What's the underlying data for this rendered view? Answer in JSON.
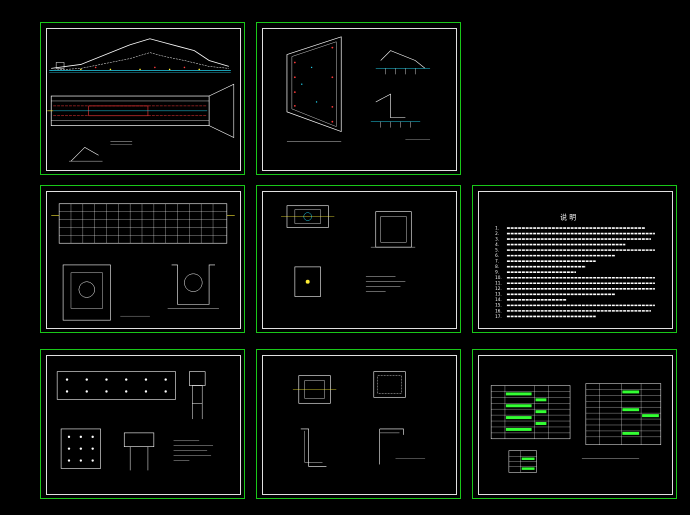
{
  "drawing_set": {
    "sheets": [
      {
        "id": "s1",
        "description": "site plan and embankment section"
      },
      {
        "id": "s2",
        "description": "inlet wing wall detail"
      },
      {
        "id": "s3",
        "description": "steel grating and pit detail"
      },
      {
        "id": "s4",
        "description": "inspection well detail"
      },
      {
        "id": "s5",
        "title": "说 明",
        "notes": [
          "1.",
          "2.",
          "3.",
          "4.",
          "5.",
          "6.",
          "7.",
          "8.",
          "9.",
          "10.",
          "11.",
          "12.",
          "13.",
          "14.",
          "15.",
          "16.",
          "17."
        ]
      },
      {
        "id": "s6",
        "description": "pile layout and cap detail"
      },
      {
        "id": "s7",
        "description": "cover slab and reinforcement detail"
      },
      {
        "id": "s8",
        "description": "quantity tables"
      }
    ]
  },
  "colors": {
    "sheet_border": "#19c719",
    "frame": "#e0e0e0",
    "cyan": "#22d3ee",
    "red": "#ff3a3a",
    "yellow": "#ffee33",
    "green": "#33ff33",
    "blue": "#3355ff",
    "magenta": "#ff33ff"
  }
}
